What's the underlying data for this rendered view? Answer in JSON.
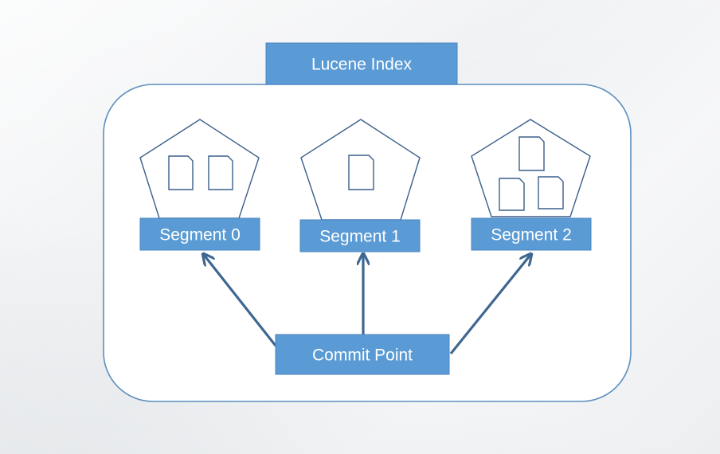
{
  "diagram": {
    "title": "Lucene Index",
    "segments": [
      {
        "label": "Segment 0",
        "documents": 2
      },
      {
        "label": "Segment 1",
        "documents": 1
      },
      {
        "label": "Segment 2",
        "documents": 3
      }
    ],
    "commit_point": "Commit Point"
  },
  "colors": {
    "box_fill": "#5b9bd5",
    "container_border": "#5b8fbf",
    "shape_stroke": "#3a5f8a",
    "arrow": "#3e6791"
  }
}
